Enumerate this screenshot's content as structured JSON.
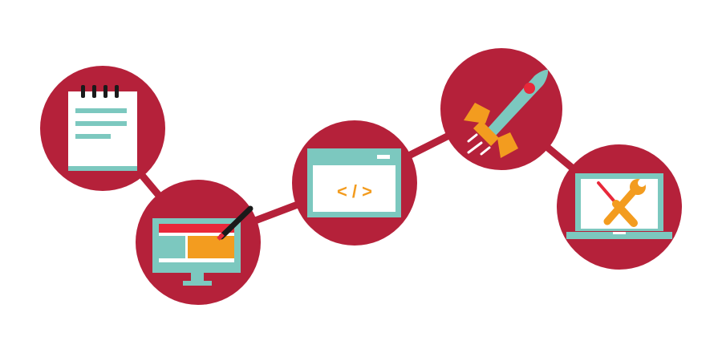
{
  "colors": {
    "circle": "#b5213a",
    "connector": "#b5213a",
    "teal": "#7cc8bf",
    "orange": "#f39c1f",
    "paper": "#ffffff",
    "screen_red": "#e8283a",
    "dark": "#1a1a1a"
  },
  "steps": [
    {
      "label": "Plan",
      "icon": "notepad-icon"
    },
    {
      "label": "Design",
      "icon": "monitor-design-icon"
    },
    {
      "label": "Code",
      "icon": "code-window-icon"
    },
    {
      "label": "Launch",
      "icon": "rocket-icon"
    },
    {
      "label": "Maintain",
      "icon": "laptop-tools-icon"
    }
  ],
  "code_symbol": "< / >"
}
